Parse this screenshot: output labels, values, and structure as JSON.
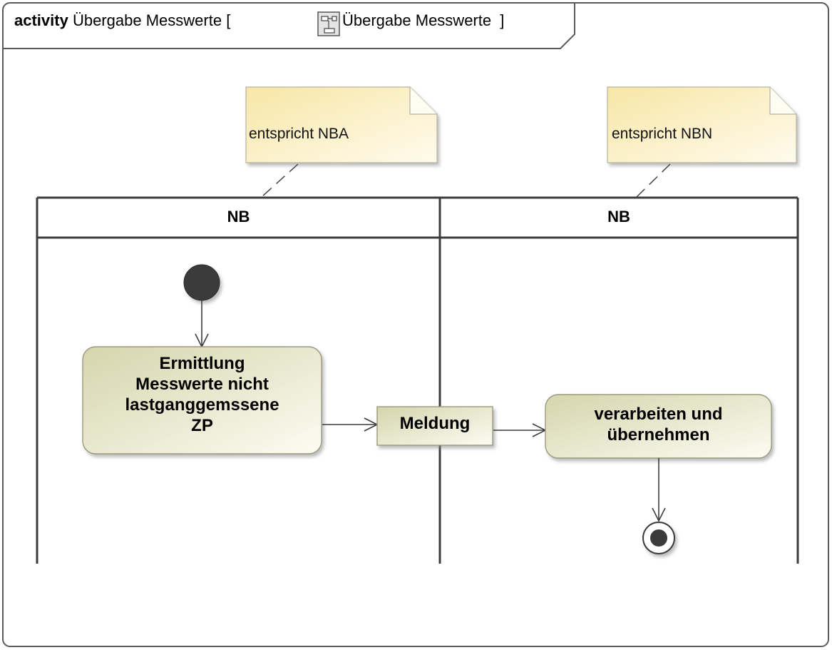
{
  "frame": {
    "keyword": "activity",
    "name": "Übergabe Messwerte",
    "bracket_open": "[",
    "behavior_icon": "activity-diagram-icon",
    "behavior_name": "Übergabe Messwerte",
    "bracket_close": "]"
  },
  "notes": [
    {
      "text": "entspricht NBA"
    },
    {
      "text": "entspricht NBN"
    }
  ],
  "swimlanes": [
    {
      "label": "NB"
    },
    {
      "label": "NB"
    }
  ],
  "actions": {
    "ermittlung": {
      "lines": [
        "Ermittlung",
        "Messwerte nicht",
        "lastganggemssene",
        "ZP"
      ]
    },
    "verarbeiten": {
      "lines": [
        "verarbeiten und",
        "übernehmen"
      ]
    }
  },
  "object_node": {
    "label": "Meldung"
  },
  "colors": {
    "note_fill": "#fdf3c4",
    "action_fill": "#e6e6c8",
    "line": "#3c3c3c",
    "initial_node": "#3a3a3a"
  }
}
